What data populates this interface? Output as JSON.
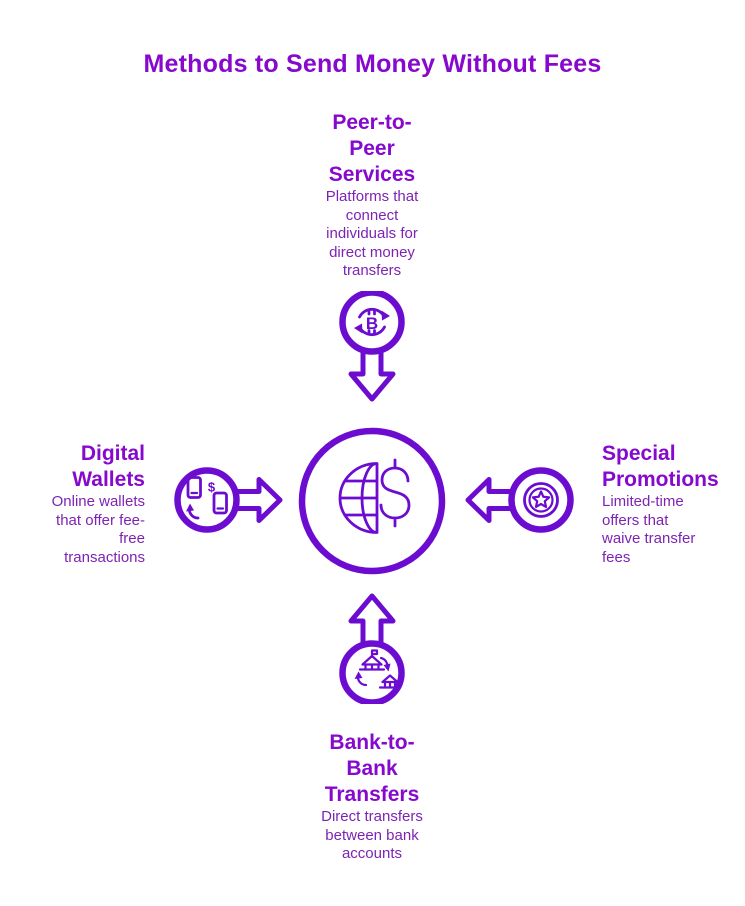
{
  "title": "Methods to Send Money Without Fees",
  "colors": {
    "heading": "#8609CD",
    "body": "#7D23B4",
    "icon": "#6C0CD1",
    "background": "#FFFFFF"
  },
  "center": {
    "icon": "globe-dollar"
  },
  "spokes": [
    {
      "id": "peer-to-peer",
      "position": "top",
      "heading": "Peer-to-Peer Services",
      "description": "Platforms that connect individuals for direct money transfers",
      "icon": "bitcoin-exchange",
      "arrow_direction": "down"
    },
    {
      "id": "digital-wallets",
      "position": "left",
      "heading": "Digital Wallets",
      "description": "Online wallets that offer fee-free transactions",
      "icon": "mobile-payment",
      "arrow_direction": "right"
    },
    {
      "id": "special-promotions",
      "position": "right",
      "heading": "Special Promotions",
      "description": "Limited-time offers that waive transfer fees",
      "icon": "star-badge",
      "arrow_direction": "left"
    },
    {
      "id": "bank-transfers",
      "position": "bottom",
      "heading": "Bank-to-Bank Transfers",
      "description": "Direct transfers between bank accounts",
      "icon": "bank-exchange",
      "arrow_direction": "up"
    }
  ]
}
